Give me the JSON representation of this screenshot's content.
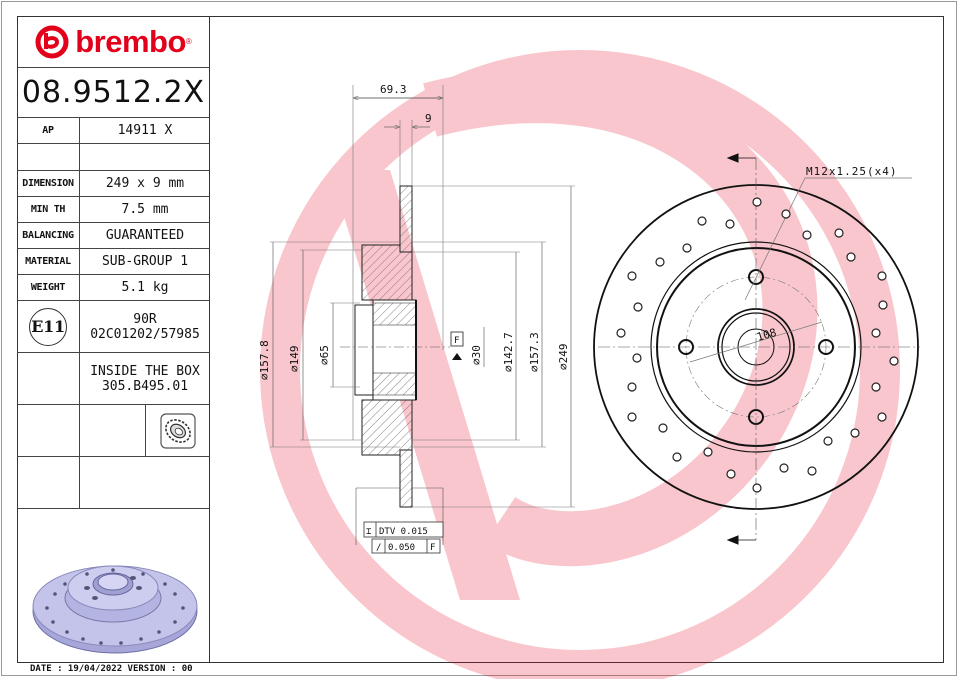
{
  "brand": {
    "name": "brembo",
    "color": "#e2001a"
  },
  "part_number": "08.9512.2X",
  "spec_table": {
    "ap": {
      "label": "AP",
      "value": "14911 X"
    },
    "rows": [
      {
        "label": "DIMENSION",
        "value": "249 x 9 mm"
      },
      {
        "label": "MIN TH",
        "value": "7.5 mm"
      },
      {
        "label": "BALANCING",
        "value": "GUARANTEED"
      },
      {
        "label": "MATERIAL",
        "value": "SUB-GROUP 1"
      },
      {
        "label": "WEIGHT",
        "value": "5.1 kg"
      }
    ],
    "approval": {
      "mark": "E11",
      "line1": "90R",
      "line2": "02C01202/57985"
    },
    "inside_box": {
      "line1": "INSIDE THE BOX",
      "line2": "305.B495.01"
    },
    "bearing_icon": "bearing-icon"
  },
  "footer": {
    "date_label": "DATE : 19/04/2022 VERSION : 00"
  },
  "section_view": {
    "overall_width": "69.3",
    "disc_thickness": "9",
    "diameters": [
      "157.8",
      "149",
      "65",
      "30",
      "142.7",
      "157.3",
      "249"
    ],
    "datum": "F",
    "tolerances": [
      {
        "symbol": "⌶",
        "text": "DTV 0.015"
      },
      {
        "symbol": "/",
        "text": "0.050",
        "ref": "F"
      }
    ]
  },
  "front_view": {
    "thread_callout": "M12x1.25(x4)",
    "pcd": "108"
  }
}
